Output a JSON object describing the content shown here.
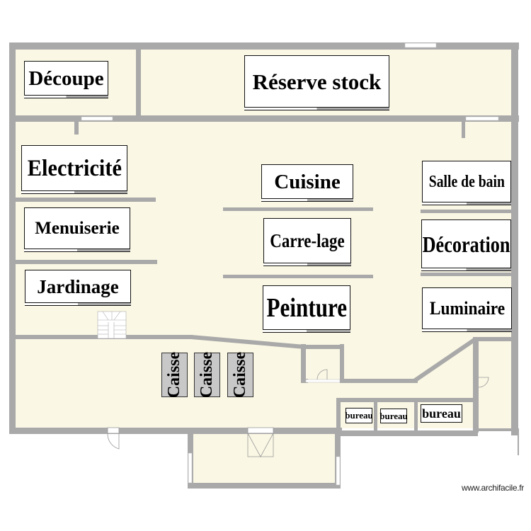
{
  "colors": {
    "floor": "#faf7e4",
    "wall": "#a9a9a9",
    "label_bg": "#ffffff",
    "caisse_bg": "#c8c8c8",
    "background": "#ffffff"
  },
  "rooms": {
    "decoupe": {
      "label": "Découpe"
    },
    "reserve_stock": {
      "label": "Réserve stock"
    },
    "electricite": {
      "label": "Electricité"
    },
    "menuiserie": {
      "label": "Menuiserie"
    },
    "jardinage": {
      "label": "Jardinage"
    },
    "cuisine": {
      "label": "Cuisine"
    },
    "carrelage": {
      "label": "Carre-lage"
    },
    "peinture": {
      "label": "Peinture"
    },
    "salle_de_bain": {
      "label": "Salle de bain"
    },
    "decoration": {
      "label": "Décoration"
    },
    "luminaire": {
      "label": "Luminaire"
    }
  },
  "checkouts": [
    {
      "label": "Caisse"
    },
    {
      "label": "Caisse"
    },
    {
      "label": "Caisse"
    }
  ],
  "offices": [
    {
      "label": "bureau"
    },
    {
      "label": "bureau"
    },
    {
      "label": "bureau"
    }
  ],
  "watermark": "www.archifacile.fr"
}
